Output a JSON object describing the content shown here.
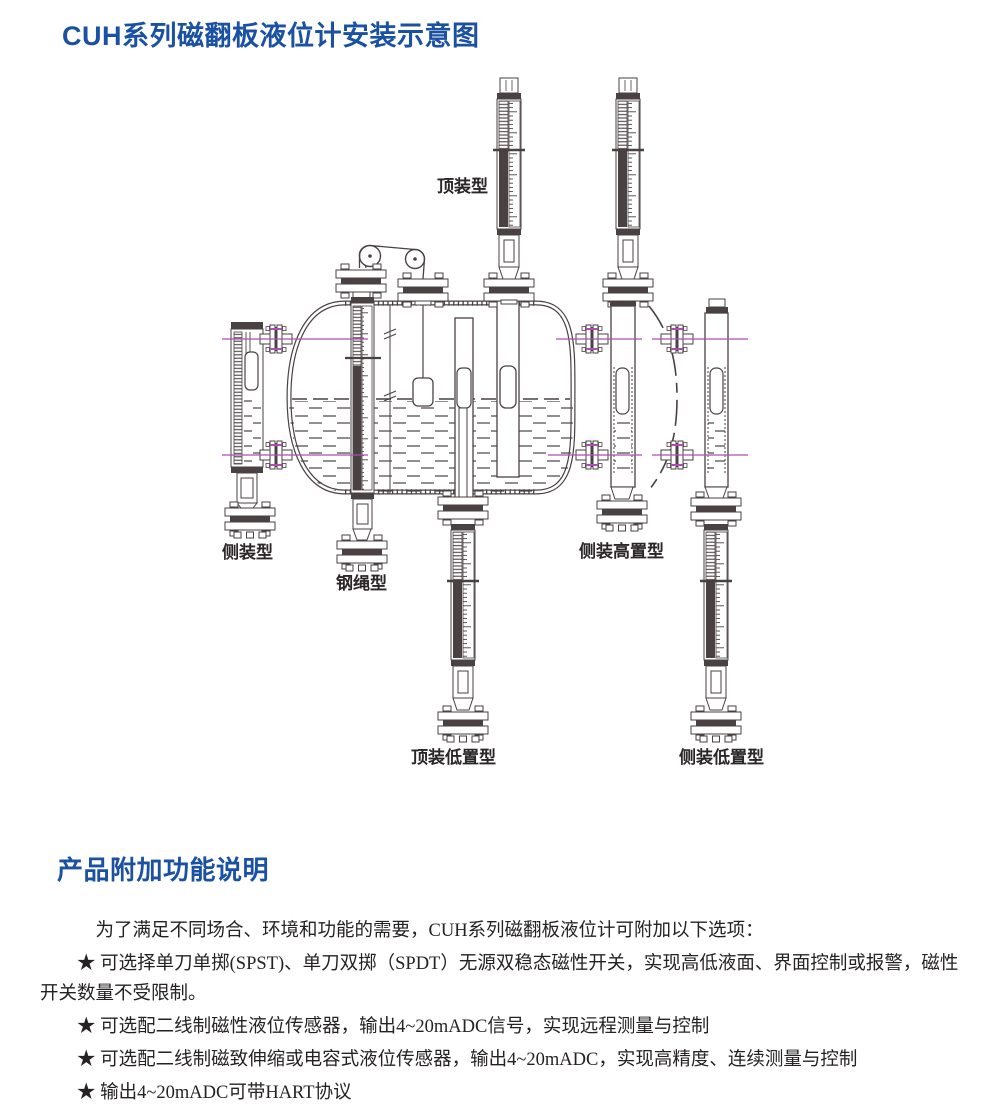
{
  "page": {
    "title": "CUH系列磁翻板液位计安装示意图"
  },
  "diagram": {
    "labels": {
      "top_mounted": "顶装型",
      "side_mounted": "侧装型",
      "steel_rope": "钢绳型",
      "side_high": "侧装高置型",
      "top_low": "顶装低置型",
      "side_low": "侧装低置型"
    },
    "colors": {
      "line_art": "#4a4143",
      "bolt_magenta": "#ad4fae",
      "heading_blue": "#1a51a2",
      "body_text": "#262224"
    }
  },
  "sections": {
    "features": {
      "title": "产品附加功能说明",
      "intro": "为了满足不同场合、环境和功能的需要，CUH系列磁翻板液位计可附加以下选项：",
      "items": [
        "★ 可选择单刀单掷(SPST)、单刀双掷（SPDT）无源双稳态磁性开关，实现高低液面、界面控制或报警，磁性开关数量不受限制。",
        "★ 可选配二线制磁性液位传感器，输出4~20mADC信号，实现远程测量与控制",
        "★ 可选配二线制磁致伸缩或电容式液位传感器，输出4~20mADC，实现高精度、连续测量与控制",
        "★ 输出4~20mADC可带HART协议"
      ]
    }
  }
}
